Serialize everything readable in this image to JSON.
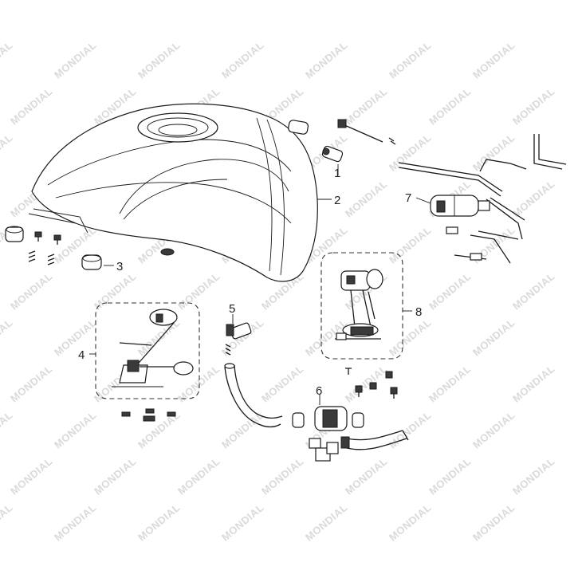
{
  "watermark_text": "MONDIAL",
  "callouts": {
    "c1": "1",
    "c2": "2",
    "c3": "3",
    "c4": "4",
    "c5": "5",
    "c6": "6",
    "c7": "7",
    "c8": "8"
  }
}
